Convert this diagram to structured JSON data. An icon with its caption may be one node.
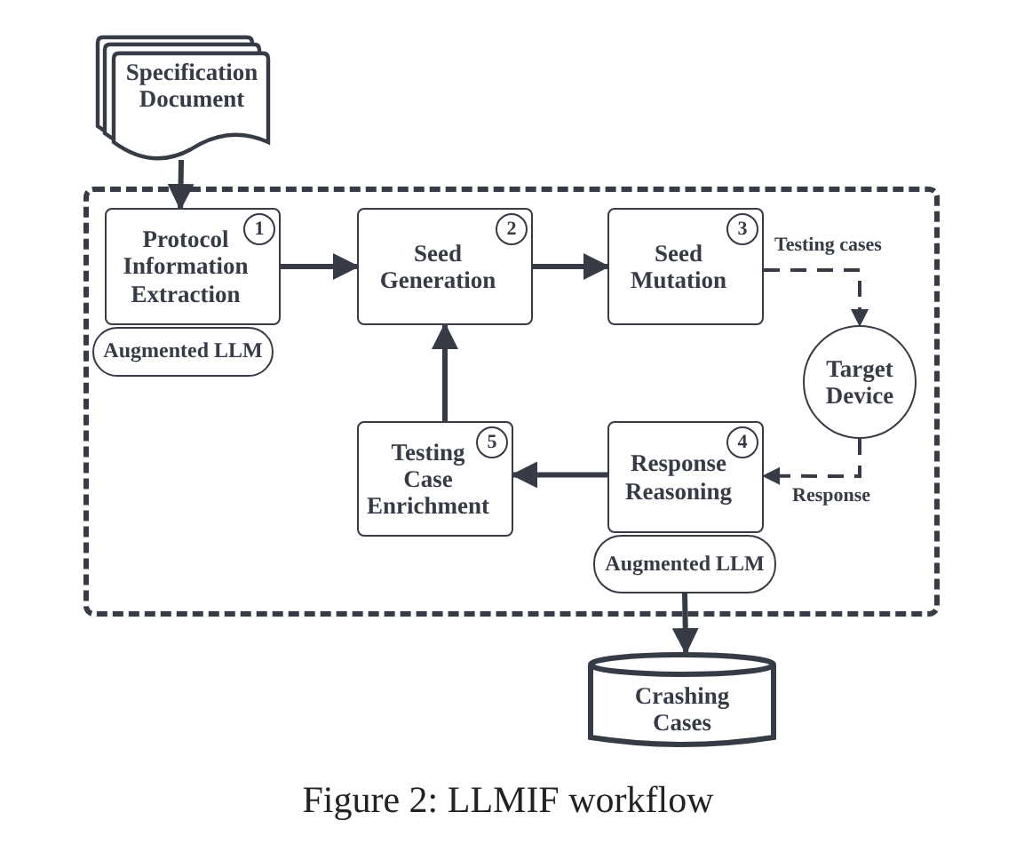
{
  "diagram": {
    "caption": "Figure 2: LLMIF workflow",
    "nodes": [
      {
        "text": [
          "Specification Document"
        ]
      },
      {
        "text": [],
        "shape": "box"
      },
      {
        "text": [
          "1",
          "Protocol Information Extraction"
        ],
        "in": 1
      },
      {
        "text": [
          "Augmented LLM"
        ],
        "in": 1
      },
      {
        "text": [
          "2",
          "Seed Generation"
        ],
        "in": 1
      },
      {
        "text": [
          "3",
          "Seed Mutation"
        ],
        "in": 1
      },
      {
        "text": [
          "Target Device"
        ],
        "in": 1
      },
      {
        "text": [
          "4",
          "Response Reasoning"
        ],
        "in": 1
      },
      {
        "text": [
          "Augmented LLM"
        ],
        "in": 1
      },
      {
        "text": [
          "5",
          "Testing Case Enrichment"
        ],
        "in": 1
      },
      {
        "text": [
          "Crashing Cases"
        ]
      }
    ],
    "edges": [
      {
        "from": 0,
        "to": 2,
        "arrow": "to"
      },
      {
        "from": 2,
        "to": 4,
        "arrow": "to"
      },
      {
        "from": 4,
        "to": 5,
        "arrow": "to"
      },
      {
        "from": 5,
        "to": 6,
        "arrow": "to",
        "style": "dashed",
        "label": "Testing cases"
      },
      {
        "from": 6,
        "to": 7,
        "arrow": "to",
        "style": "dashed",
        "label": "Response"
      },
      {
        "from": 7,
        "to": 9,
        "arrow": "to"
      },
      {
        "from": 9,
        "to": 4,
        "arrow": "to"
      },
      {
        "from": 8,
        "to": 10,
        "arrow": "to"
      }
    ]
  }
}
